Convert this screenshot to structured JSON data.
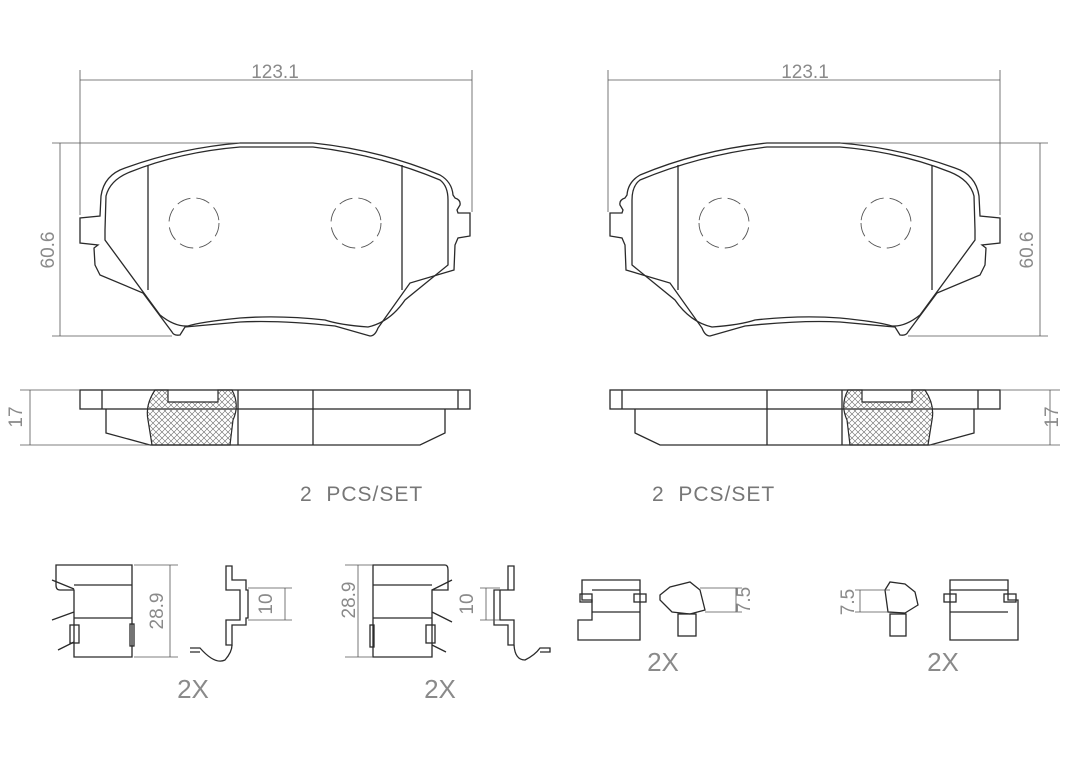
{
  "pads": [
    {
      "width_dim": "123.1",
      "height_dim": "60.6",
      "thickness_dim": "17",
      "quantity": "2  PCS/SET"
    },
    {
      "width_dim": "123.1",
      "height_dim": "60.6",
      "thickness_dim": "17",
      "quantity": "2  PCS/SET"
    }
  ],
  "clips": [
    {
      "height_dim": "28.9",
      "gap_dim": "10",
      "quantity": "2X"
    },
    {
      "height_dim": "28.9",
      "gap_dim": "10",
      "quantity": "2X"
    },
    {
      "gap_dim": "7.5",
      "quantity": "2X"
    },
    {
      "gap_dim": "7.5",
      "quantity": "2X"
    }
  ]
}
